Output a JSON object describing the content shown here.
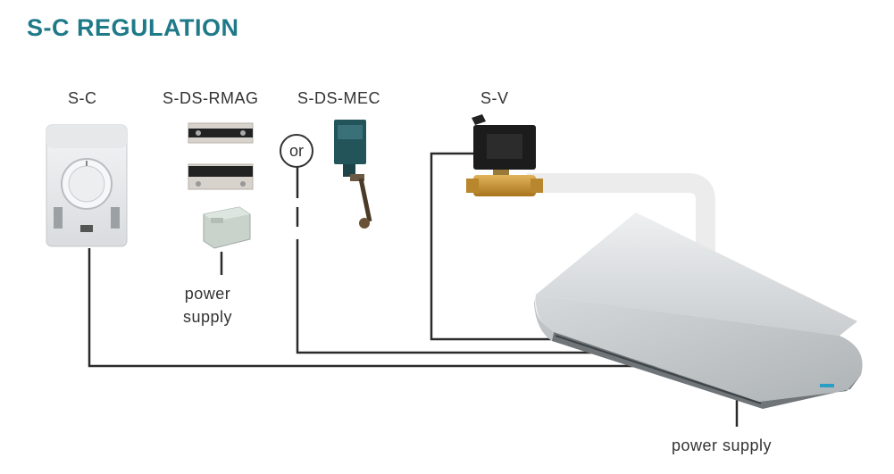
{
  "title": "S-C REGULATION",
  "devices": {
    "sc": "S-C",
    "sdsrmag": "S-DS-RMAG",
    "sdsmec": "S-DS-MEC",
    "sv": "S-V"
  },
  "or_label": "or",
  "power_supply_left": "power\nsupply",
  "power_supply_right": "power supply",
  "colors": {
    "title": "#1e7a88",
    "wire": "#2a2a2a",
    "curtain": "#d9dcde",
    "pipe": "#ececec"
  }
}
